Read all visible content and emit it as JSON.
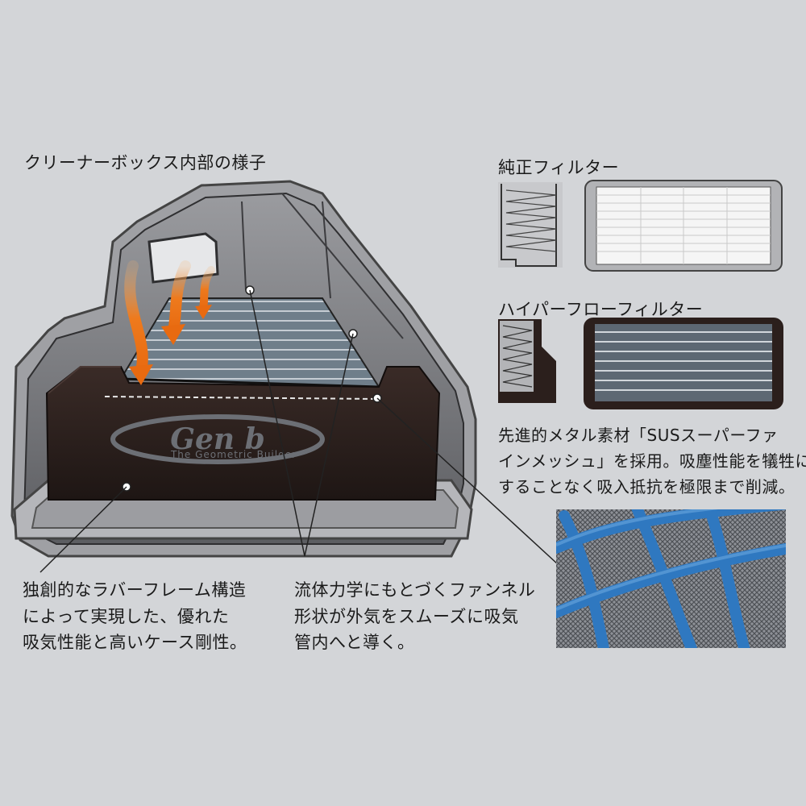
{
  "labels": {
    "box_title": "クリーナーボックス内部の様子",
    "oem_filter_title": "純正フィルター",
    "hyperflow_filter_title": "ハイパーフローフィルター",
    "mesh_desc_line1": "先進的メタル素材「SUSスーパーファ",
    "mesh_desc_line2": "インメッシュ」を採用。吸塵性能を犠牲に",
    "mesh_desc_line3": "することなく吸入抵抗を極限まで削減。",
    "frame_desc_line1": "独創的なラバーフレーム構造",
    "frame_desc_line2": "によって実現した、優れた",
    "frame_desc_line3": "吸気性能と高いケース剛性。",
    "funnel_desc_line1": "流体力学にもとづくファンネル",
    "funnel_desc_line2": "形状が外気をスムーズに吸気",
    "funnel_desc_line3": "管内へと導く。"
  },
  "logo": {
    "brand": "Gen b",
    "tagline": "The Geometric Builder"
  },
  "colors": {
    "background": "#d3d5d8",
    "airflow_arrow": "#ee7a1d",
    "rubber_frame": "#2b1f1c",
    "mesh_wire": "#2f78c0",
    "housing_stroke": "#3a3a3c"
  }
}
